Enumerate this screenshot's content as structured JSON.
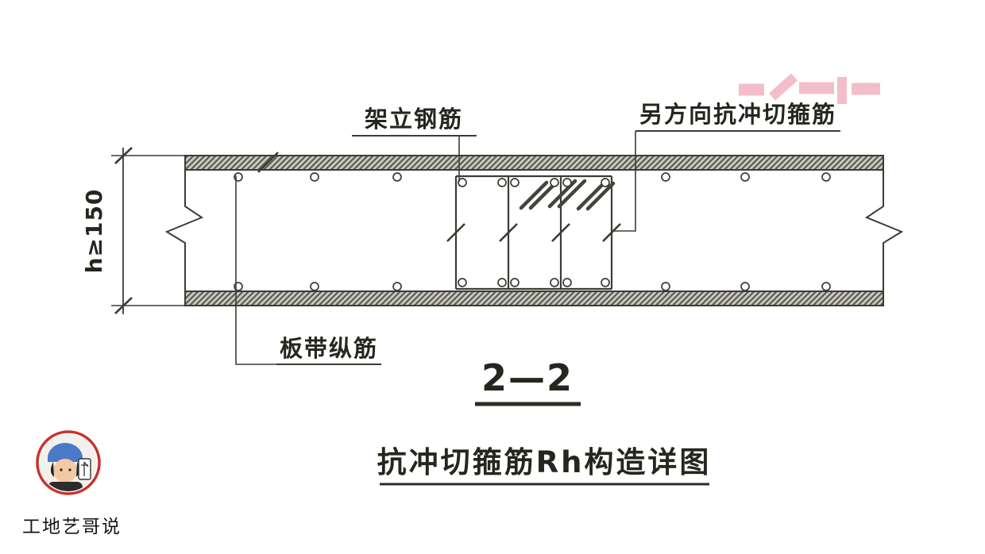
{
  "diagram": {
    "label_erection_rebar": "架立钢筋",
    "label_other_direction_stirrup": "另方向抗冲切箍筋",
    "label_slab_strip_rebar": "板带纵筋",
    "dimension_label": "h≥150",
    "section_mark": "2—2",
    "title": "抗冲切箍筋Rh构造详图"
  },
  "footer": {
    "channel_name": "工地艺哥说"
  },
  "colors": {
    "line": "#3c3c36",
    "band_hatch": "#55544a",
    "accent_red": "#c8322e",
    "watermark_pink": "#f2b3c0",
    "text": "#26261f"
  }
}
